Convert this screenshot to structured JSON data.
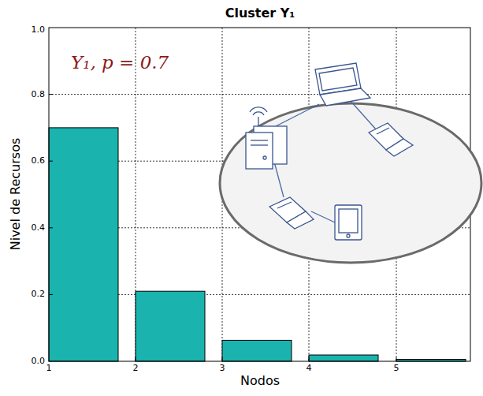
{
  "diagram": {
    "title": "Cluster Y₁",
    "labels": [
      "Y₁, p = 0.7",
      "Nivel de Recursos",
      "Nodos",
      "0.0",
      "0.2",
      "0.4",
      "0.6",
      "0.8",
      "1.0",
      "1",
      "2",
      "3",
      "4",
      "5"
    ]
  }
}
